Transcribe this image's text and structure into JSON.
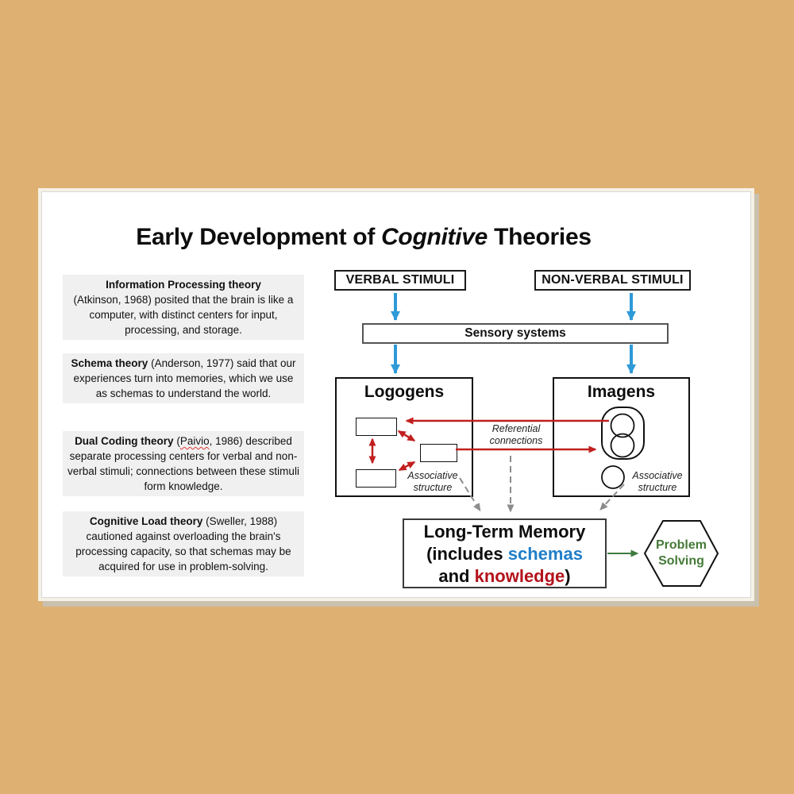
{
  "slide": {
    "title": {
      "pre": "Early Development of ",
      "italic": "Cognitive",
      "post": " Theories"
    },
    "theories": [
      {
        "lead": "Information Processing theory",
        "rest": "(Atkinson, 1968) posited that the brain is like a computer, with distinct centers for input, processing, and storage."
      },
      {
        "lead": "Schema theory",
        "rest": "(Anderson, 1977) said that our experiences turn into memories, which we use as schemas to understand the world."
      },
      {
        "lead": "Dual Coding theory",
        "rest_pre": "(",
        "misspelled": "Paivio",
        "rest_post": ", 1986) described separate processing centers for verbal and non-verbal stimuli; connections between these stimuli form knowledge."
      },
      {
        "lead": "Cognitive Load theory",
        "rest": "(Sweller, 1988) cautioned against overloading the brain's processing capacity, so that schemas may be acquired for use in problem-solving."
      }
    ],
    "diagram": {
      "verbal_box": "VERBAL STIMULI",
      "nonverbal_box": "NON-VERBAL STIMULI",
      "sensory_box": "Sensory systems",
      "logogens_title": "Logogens",
      "imagens_title": "Imagens",
      "referential_label": "Referential connections",
      "associative_label_left": "Associative structure",
      "associative_label_right": "Associative structure",
      "ltm_line1": "Long-Term Memory",
      "ltm_line2_pre": "(includes ",
      "ltm_schemas": "schemas",
      "ltm_line3_pre": "and ",
      "ltm_knowledge": "knowledge",
      "ltm_line3_post": ")",
      "problem_solving": "Problem Solving"
    },
    "colors": {
      "background_tan": "#deb172",
      "blue_arrow": "#2e9ad8",
      "red_connection": "#c21f1f",
      "gray_dashed": "#8c8c8c",
      "green_arrow": "#3e7a3e",
      "schemas_text": "#1f7ec9",
      "knowledge_text": "#b3121a",
      "problem_text": "#457a38",
      "box_gray": "#f0f0f0"
    }
  }
}
